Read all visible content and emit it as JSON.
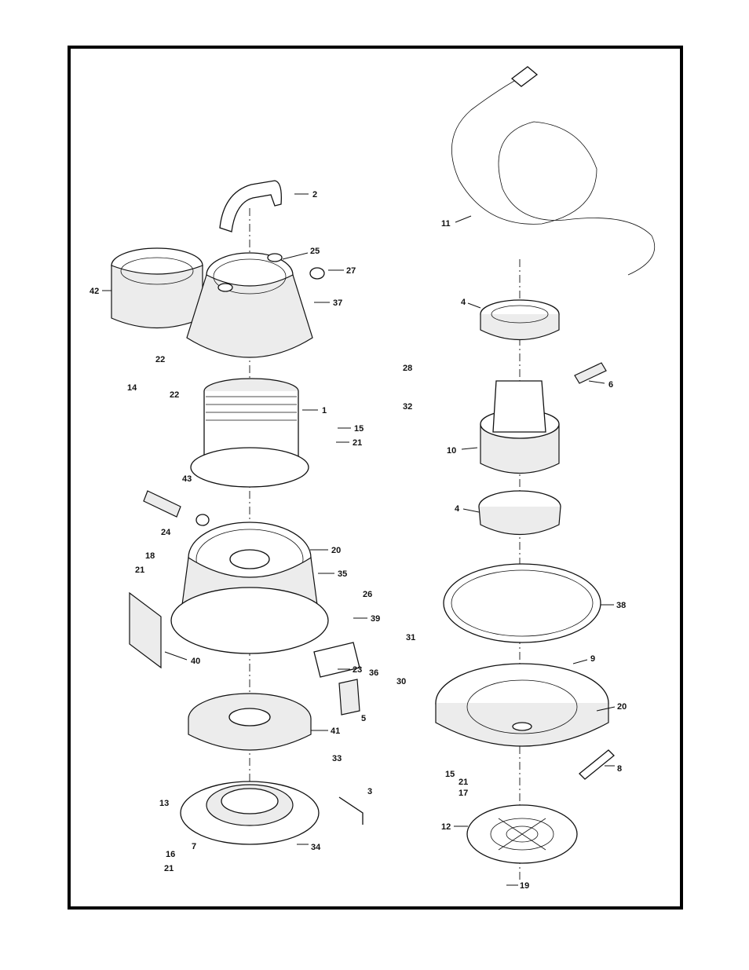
{
  "labels": {
    "l1": "1",
    "l2": "2",
    "l3": "3",
    "l4a": "4",
    "l4b": "4",
    "l5": "5",
    "l6": "6",
    "l7": "7",
    "l8": "8",
    "l9": "9",
    "l10": "10",
    "l11": "11",
    "l12": "12",
    "l13": "13",
    "l14": "14",
    "l15a": "15",
    "l15b": "15",
    "l16": "16",
    "l17": "17",
    "l18": "18",
    "l19": "19",
    "l20a": "20",
    "l20b": "20",
    "l21a": "21",
    "l21b": "21",
    "l21c": "21",
    "l21d": "21",
    "l22a": "22",
    "l22b": "22",
    "l23": "23",
    "l24": "24",
    "l25": "25",
    "l26": "26",
    "l27": "27",
    "l28": "28",
    "l30": "30",
    "l31": "31",
    "l32": "32",
    "l33": "33",
    "l34": "34",
    "l35": "35",
    "l36": "36",
    "l37": "37",
    "l38": "38",
    "l39": "39",
    "l40": "40",
    "l41": "41",
    "l42": "42",
    "l43": "43"
  },
  "colors": {
    "ink": "#111111",
    "paper": "#ffffff",
    "frame": "#000000"
  }
}
